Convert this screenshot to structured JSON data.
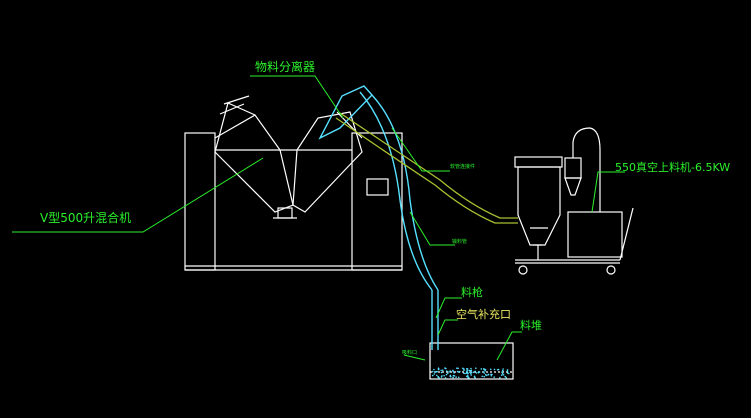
{
  "labels": {
    "mixer": "V型500升混合机",
    "separator": "物料分离器",
    "vacuum_loader": "550真空上料机-6.5KW",
    "feed_gun": "料枪",
    "air_inlet": "空气补充口",
    "material_pile": "料堆",
    "small_a": "软管连接件",
    "small_b": "输料管",
    "small_c": "吸料口"
  },
  "colors": {
    "background": "#000000",
    "equipment_lines": "#ffffff",
    "label_green": "#2bf02b",
    "hose_cyan": "#55e0ff",
    "pipe_olive": "#a8c030",
    "label_yellow": "#e8e860"
  }
}
